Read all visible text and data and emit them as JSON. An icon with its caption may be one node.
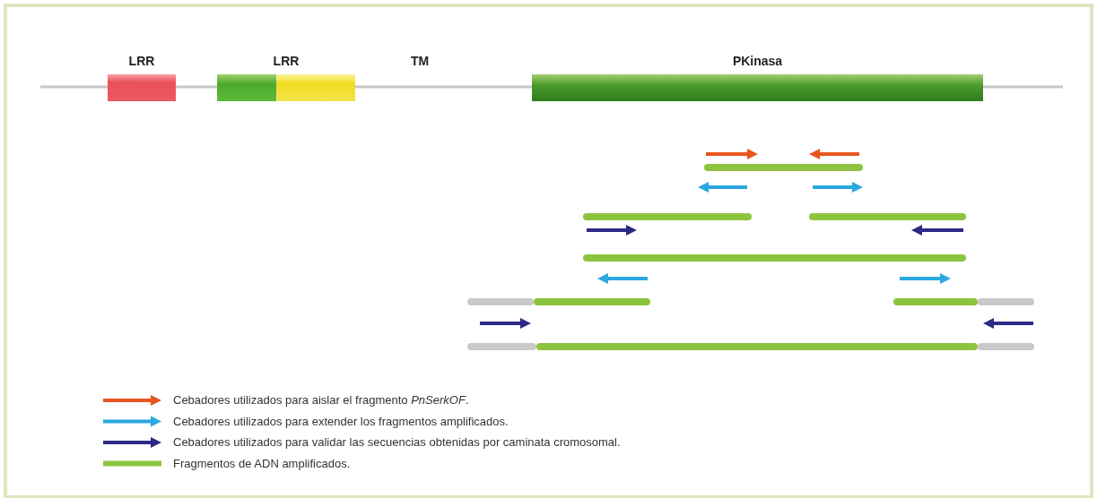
{
  "diagram": {
    "nodes": [
      {
        "text": [
          "LRR"
        ]
      },
      {
        "text": [
          "LRR"
        ]
      },
      {
        "text": [
          "PKinasa"
        ]
      }
    ],
    "labels": [
      "TM"
    ],
    "legend": [
      {
        "text": "Cebadores utilizados para aislar el fragmento *PnSerkOF*."
      },
      {
        "text": "Cebadores utilizados para extender los fragmentos amplificados."
      },
      {
        "text": "Cebadores utilizados para validar las secuencias obtenidas por caminata cromosomal."
      },
      {
        "text": "Fragmentos de ADN amplificados."
      }
    ]
  }
}
